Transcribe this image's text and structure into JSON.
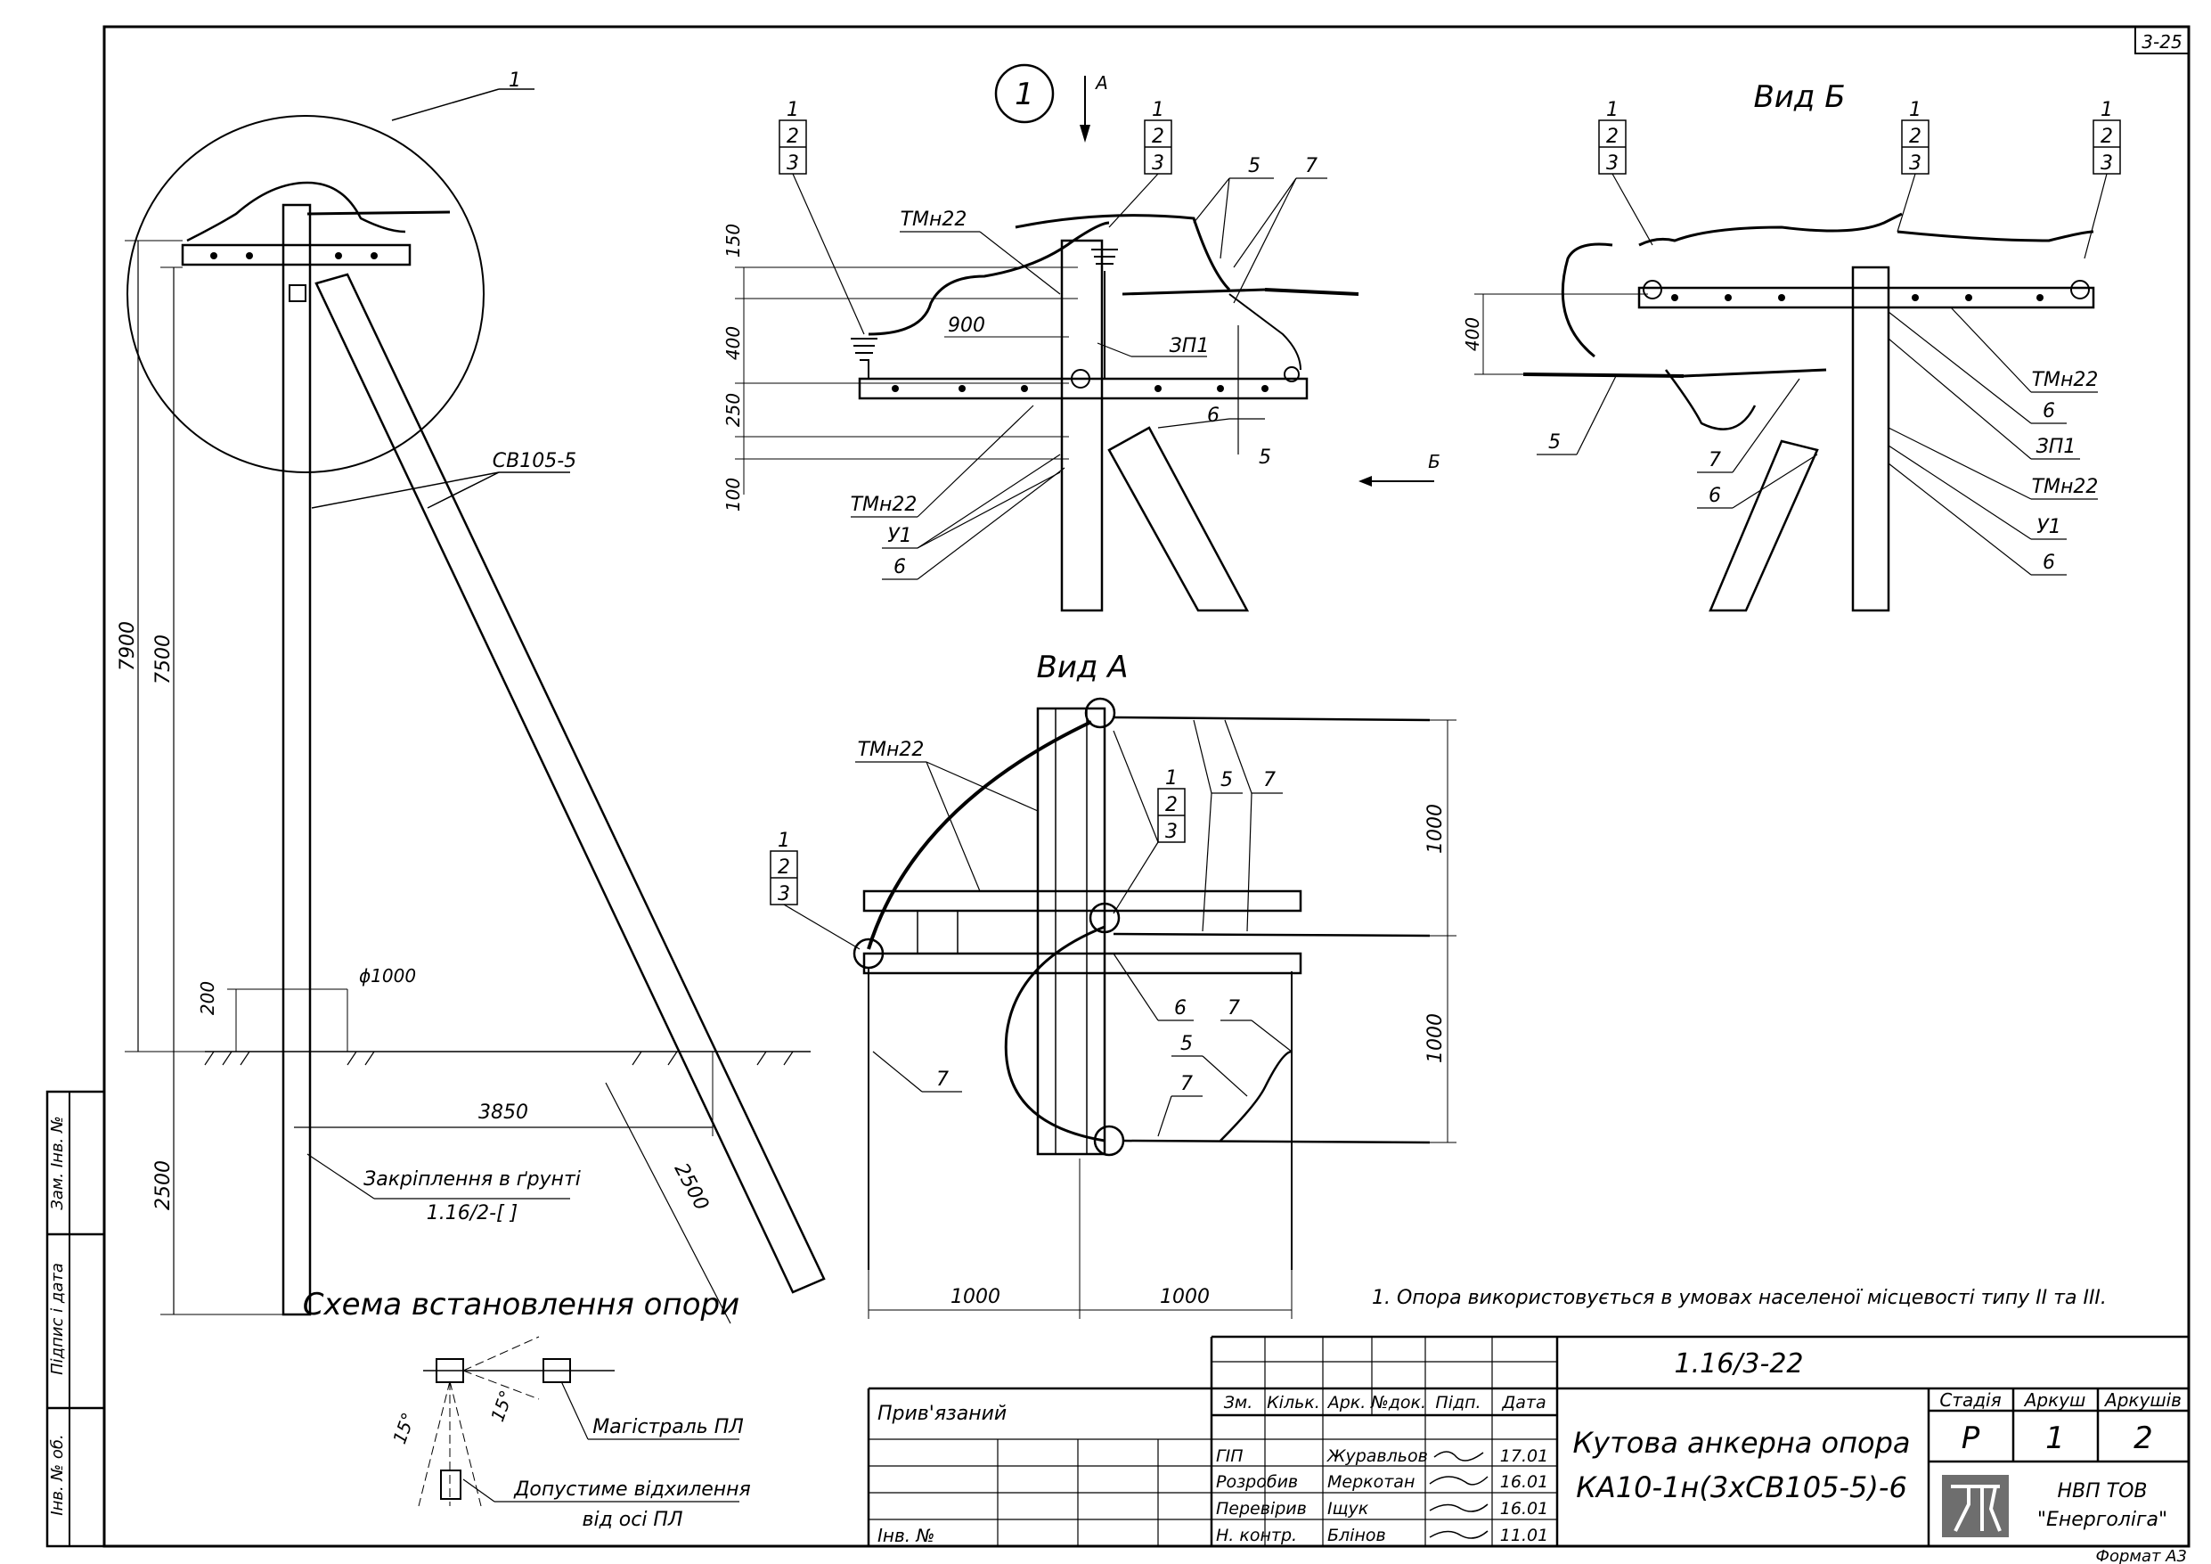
{
  "sheet_code": "3-25",
  "format": "Формат А3",
  "callout_circle": "1",
  "view_a_arrow": "А",
  "view_b_arrow": "Б",
  "view_a_title": "Вид А",
  "view_b_title": "Вид Б",
  "installation_title": "Схема встановлення опори",
  "labels": {
    "leader_1": "1",
    "sv105": "СВ105-5",
    "dia": "ϕ1000",
    "fix_ground": "Закріплення в ґрунті",
    "fix_code": "1.16/2-[     ]",
    "mainline": "Магістраль ПЛ",
    "deviation1": "Допустиме відхилення",
    "deviation2": "від осі ПЛ",
    "tmn22": "ТМн22",
    "zp1": "ЗП1",
    "u1": "У1",
    "n2": "2",
    "n3": "3",
    "n5": "5",
    "n6": "6",
    "n7": "7",
    "angle15": "15°"
  },
  "dims": {
    "d7900": "7900",
    "d7500": "7500",
    "d2500": "2500",
    "d200": "200",
    "d3850": "3850",
    "d2500b": "2500",
    "d150": "150",
    "d400": "400",
    "d250": "250",
    "d100": "100",
    "d900": "900",
    "d1000": "1000"
  },
  "note": "1. Опора використовується в умовах населеної місцевості типу ІІ та ІІІ.",
  "side_stamp": {
    "inv_orig": "Інв. № об.",
    "sign_date": "Підпис і дата",
    "replace_inv": "Зам. Інв. №"
  },
  "title_block": {
    "doc_code": "1.16/3-22",
    "bound": "Прив'язаний",
    "inv_no": "Інв. №",
    "head": [
      "Зм.",
      "Кільк.",
      "Арк.",
      "№док.",
      "Підп.",
      "Дата"
    ],
    "rows": [
      {
        "role": "ГІП",
        "name": "Журавльов",
        "date": "17.01"
      },
      {
        "role": "Розробив",
        "name": "Меркотан",
        "date": "16.01"
      },
      {
        "role": "Перевірив",
        "name": "Іщук",
        "date": "16.01"
      },
      {
        "role": "Н. контр.",
        "name": "Блінов",
        "date": "11.01"
      }
    ],
    "title_line1": "Кутова анкерна опора",
    "title_line2": "КА10-1н(3хСВ105-5)-6",
    "stage_label": "Стадія",
    "sheet_label": "Аркуш",
    "sheets_label": "Аркушів",
    "stage": "Р",
    "sheet": "1",
    "sheets": "2",
    "company1": "НВП ТОВ",
    "company2": "\"Енерголіга\""
  }
}
